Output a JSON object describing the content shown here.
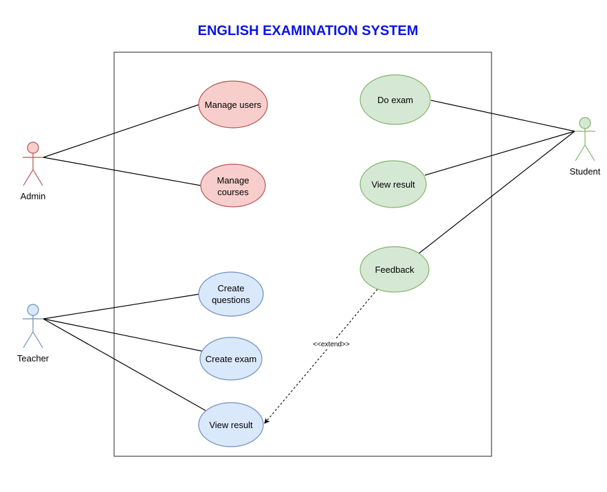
{
  "diagram": {
    "title": "ENGLISH EXAMINATION SYSTEM",
    "actors": [
      {
        "id": "admin",
        "label": "Admin",
        "color": "#b85450",
        "fill": "#f8cecc"
      },
      {
        "id": "teacher",
        "label": "Teacher",
        "color": "#6c8ebf",
        "fill": "#dae8fc"
      },
      {
        "id": "student",
        "label": "Student",
        "color": "#82b366",
        "fill": "#d5e8d4"
      }
    ],
    "use_cases": [
      {
        "id": "manage-users",
        "lines": [
          "Manage users"
        ],
        "color": "#b85450",
        "fill": "#f8cecc"
      },
      {
        "id": "manage-courses",
        "lines": [
          "Manage",
          "courses"
        ],
        "color": "#b85450",
        "fill": "#f8cecc"
      },
      {
        "id": "create-questions",
        "lines": [
          "Create",
          "questions"
        ],
        "color": "#6c8ebf",
        "fill": "#dae8fc"
      },
      {
        "id": "create-exam",
        "lines": [
          "Create exam"
        ],
        "color": "#6c8ebf",
        "fill": "#dae8fc"
      },
      {
        "id": "teacher-view-result",
        "lines": [
          "View result"
        ],
        "color": "#6c8ebf",
        "fill": "#dae8fc"
      },
      {
        "id": "do-exam",
        "lines": [
          "Do exam"
        ],
        "color": "#82b366",
        "fill": "#d5e8d4"
      },
      {
        "id": "student-view-result",
        "lines": [
          "View result"
        ],
        "color": "#82b366",
        "fill": "#d5e8d4"
      },
      {
        "id": "feedback",
        "lines": [
          "Feedback"
        ],
        "color": "#82b366",
        "fill": "#d5e8d4"
      }
    ],
    "associations": [
      {
        "from": "admin",
        "to": "manage-users"
      },
      {
        "from": "admin",
        "to": "manage-courses"
      },
      {
        "from": "teacher",
        "to": "create-questions"
      },
      {
        "from": "teacher",
        "to": "create-exam"
      },
      {
        "from": "teacher",
        "to": "teacher-view-result"
      },
      {
        "from": "student",
        "to": "do-exam"
      },
      {
        "from": "student",
        "to": "student-view-result"
      },
      {
        "from": "student",
        "to": "feedback"
      }
    ],
    "extend": {
      "from": "feedback",
      "to": "teacher-view-result",
      "label": "<<extend>>"
    }
  }
}
